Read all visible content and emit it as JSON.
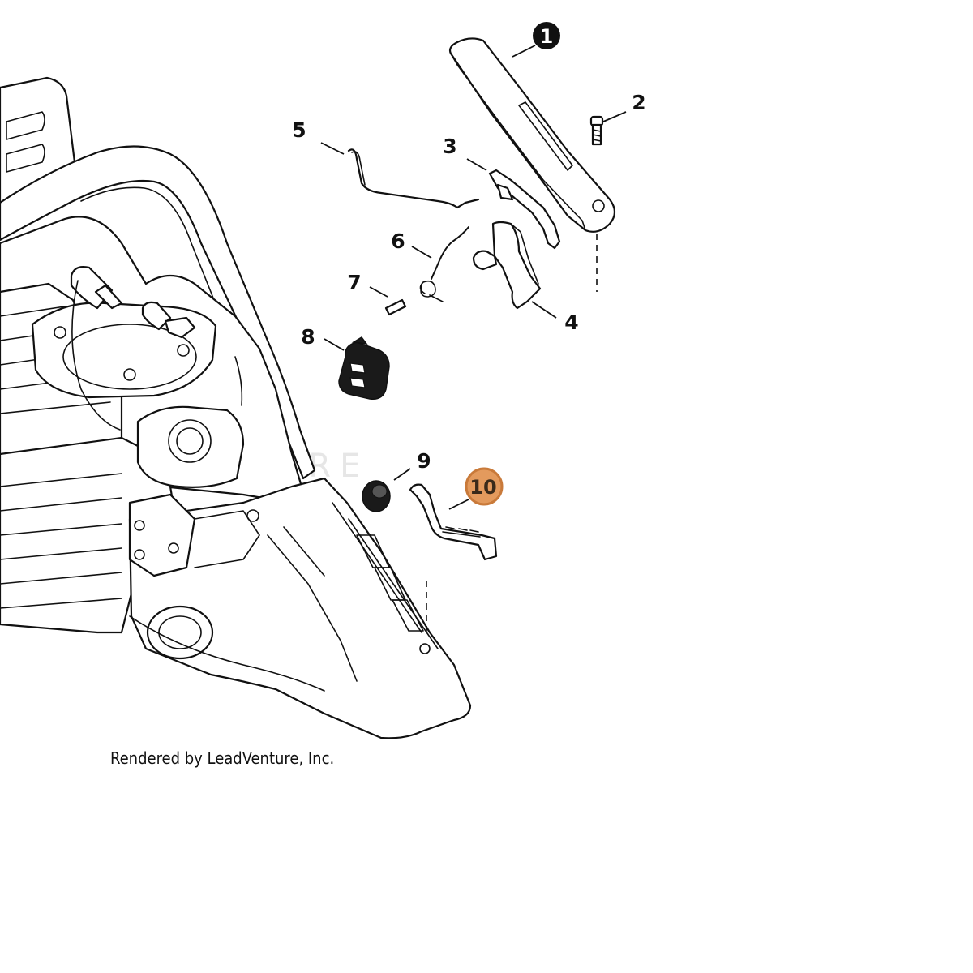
{
  "callouts": [
    {
      "label": "1",
      "style": "filled-black"
    },
    {
      "label": "2"
    },
    {
      "label": "3"
    },
    {
      "label": "4"
    },
    {
      "label": "5"
    },
    {
      "label": "6"
    },
    {
      "label": "7"
    },
    {
      "label": "8"
    },
    {
      "label": "9"
    },
    {
      "label": "10",
      "style": "highlighted",
      "color": "#e39a5d"
    }
  ],
  "watermark": "LEADVENTURE",
  "caption": "Rendered by LeadVenture, Inc.",
  "colors": {
    "line": "#111111",
    "highlight_fill": "#e39a5d",
    "highlight_ring": "#c97a3a",
    "watermark": "#e6e6e6"
  }
}
